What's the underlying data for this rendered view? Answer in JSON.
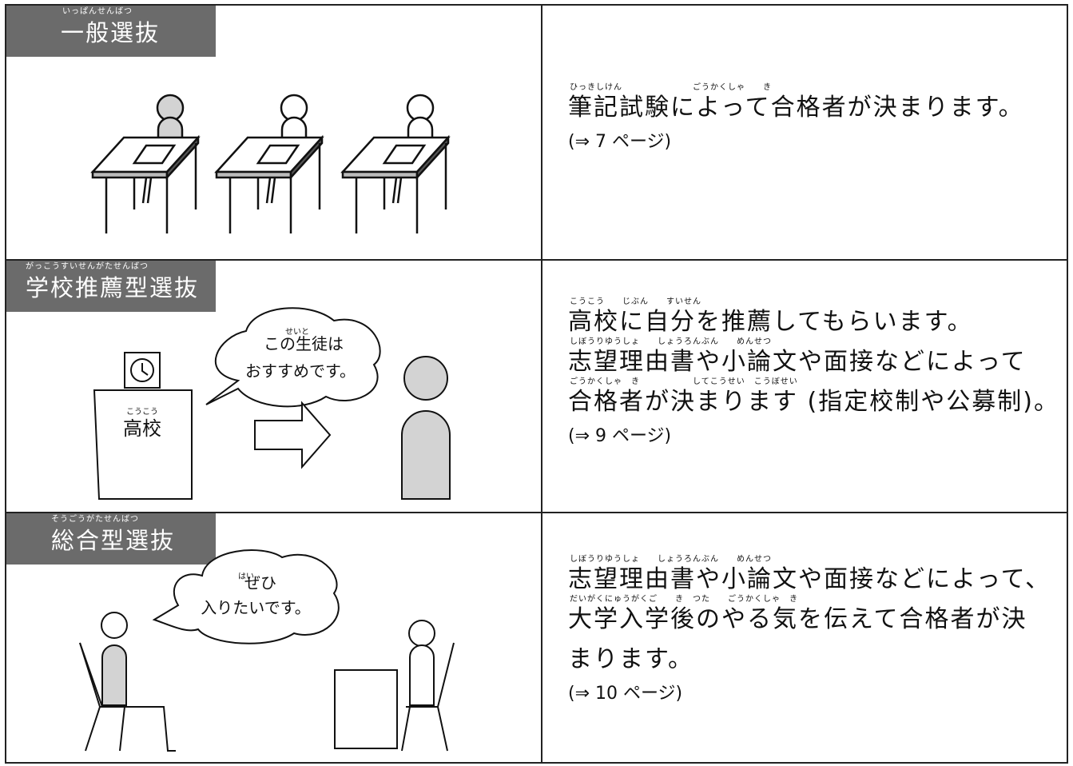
{
  "rows": [
    {
      "label": {
        "ruby": "いっぱんせんばつ",
        "title": "一般選抜"
      },
      "desc": [
        {
          "ruby": "ひっきしけん　　　　　　　　ごうかくしゃ　　き",
          "text": "筆記試験によって合格者が決まります。"
        }
      ],
      "ref": "(⇒ 7 ページ)"
    },
    {
      "label": {
        "ruby": "がっこうすいせんがたせんばつ",
        "title": "学校推薦型選抜"
      },
      "speech": [
        "この生徒は",
        "おすすめです。"
      ],
      "speech_ruby": "せいと",
      "school": {
        "ruby": "こうこう",
        "label": "高校"
      },
      "desc": [
        {
          "ruby": "こうこう　　じぶん　　すいせん",
          "text": "高校に自分を推薦してもらいます。"
        },
        {
          "ruby": "しぼうりゆうしょ　　しょうろんぶん　　めんせつ",
          "text": "志望理由書や小論文や面接などによって"
        },
        {
          "ruby": "ごうかくしゃ　き　　　　　　してこうせい　こうぼせい",
          "text": "合格者が決まります (指定校制や公募制)。"
        }
      ],
      "ref": "(⇒ 9 ページ)"
    },
    {
      "label": {
        "ruby": "そうごうがたせんばつ",
        "title": "総合型選抜"
      },
      "speech": [
        "ぜひ",
        "入りたいです。"
      ],
      "speech_ruby": "はい",
      "desc": [
        {
          "ruby": "しぼうりゆうしょ　　しょうろんぶん　　めんせつ",
          "text": "志望理由書や小論文や面接などによって、"
        },
        {
          "ruby": "だいがくにゅうがくご　　き　つた　　ごうかくしゃ　き",
          "text": "大学入学後のやる気を伝えて合格者が決"
        },
        {
          "ruby": "",
          "text": "まります。"
        }
      ],
      "ref": "(⇒ 10 ページ)"
    }
  ],
  "colors": {
    "label_bg": "#6b6b6b",
    "figure_gray": "#d3d3d3",
    "border": "#222222"
  }
}
